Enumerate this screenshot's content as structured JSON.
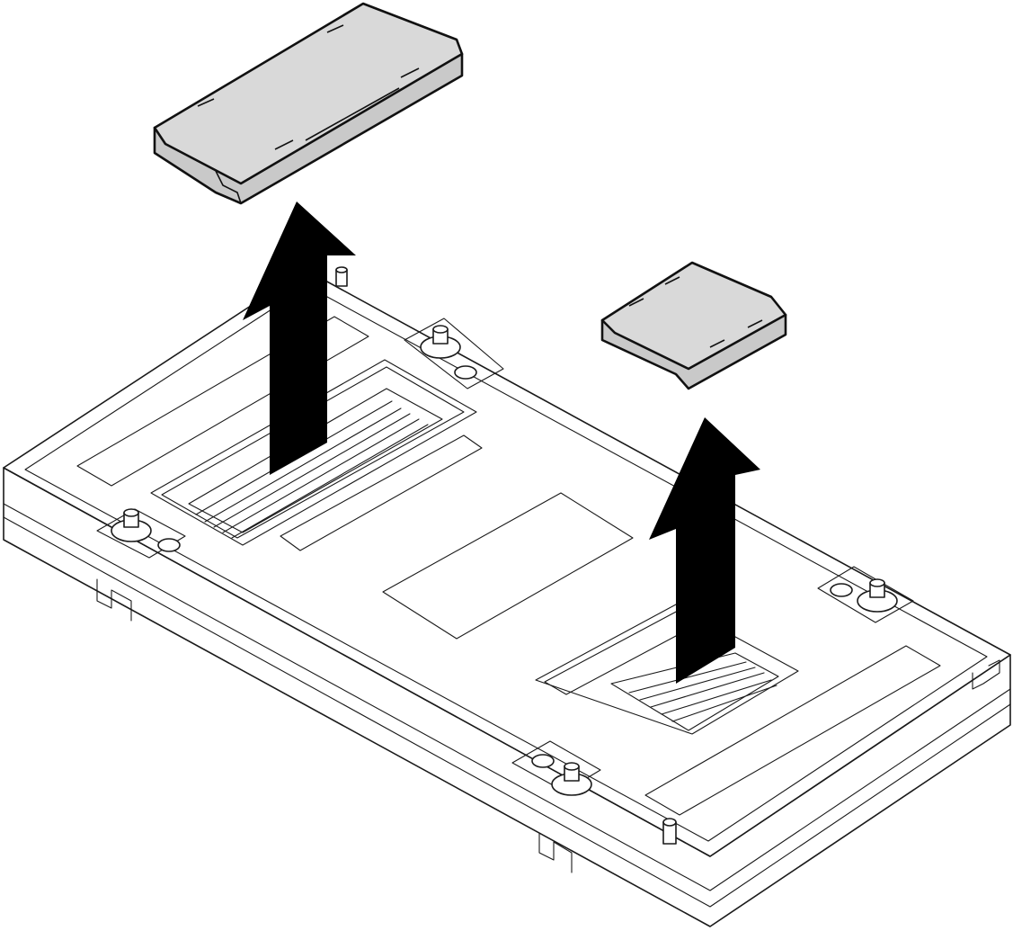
{
  "diagram": {
    "colors": {
      "background": "#ffffff",
      "outline": "#1a1a1a",
      "cover_fill": "#d9d9d9",
      "arrow": "#000000"
    },
    "components": [
      "heat-sink-base",
      "dimm-connector-left",
      "dimm-connector-right",
      "dust-cover-large",
      "dust-cover-small"
    ],
    "actions": [
      {
        "target": "dust-cover-large",
        "direction": "up"
      },
      {
        "target": "dust-cover-small",
        "direction": "up"
      }
    ]
  }
}
